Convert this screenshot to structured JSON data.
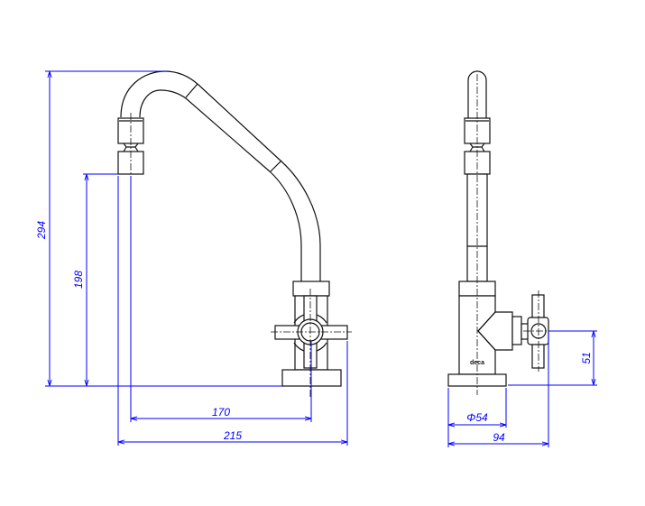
{
  "drawing": {
    "brand_mark": "deca",
    "line_color": "#111111",
    "dimension_color": "#0000ff"
  },
  "dimensions": {
    "total_height": "294",
    "spout_height": "198",
    "spout_reach_axis": "170",
    "total_reach": "215",
    "handle_height": "51",
    "base_diameter": "Φ54",
    "total_depth": "94"
  }
}
